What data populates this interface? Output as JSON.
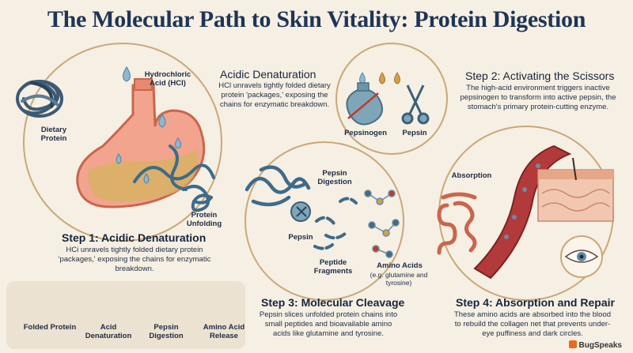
{
  "title": "The Molecular Path to Skin Vitality: Protein Digestion",
  "step1": {
    "heading": "Step 1: Acidic Denaturation",
    "body": "HCi unravels tightly folded dietary protein 'packages,' exposing the chains for enzymatic breakdown.",
    "label_dietary": "Dietary Protein",
    "label_hcl": "Hydrochloric Acid (HCl)",
    "label_unfolding": "Protein Unfolding"
  },
  "acidic_callout": {
    "heading": "Acidic Denaturation",
    "body": "HCl unravels tightly folded dietary protein 'packages,' exposing the chains for enzymatic breakdown."
  },
  "step2": {
    "heading": "Step 2: Activating the Scissors",
    "body": "The high-acid environment triggers inactive pepsinogen to transform into active pepsin, the stomach's primary protein-cutting enzyme.",
    "label_pepsinogen": "Pepsinogen",
    "label_pepsin": "Pepsin"
  },
  "step3": {
    "heading": "Step 3: Molecular Cleavage",
    "body": "Pepsin slices unfolded protein chains into small peptides and bioavailable amino acids like glutamine and tyrosine.",
    "label_digestion": "Pepsin Digestion",
    "label_pepsin": "Pepsin",
    "label_fragments": "Peptide Fragments",
    "label_amino": "Amino Acids",
    "label_amino_note": "(e.g. glutamine and tyrosine)"
  },
  "step4": {
    "heading": "Step 4: Absorption and Repair",
    "body": "These amino acids are absorbed into the blood to rebuild the collagen net that prevents under-eye puffiness and dark circles.",
    "label_absorption": "Absorption"
  },
  "legend": [
    {
      "label": "Folded Protein",
      "icon": "folded-protein-icon"
    },
    {
      "label": "Acid Denaturation",
      "icon": "acid-denaturation-icon"
    },
    {
      "label": "Pepsin Digestion",
      "icon": "pepsin-digestion-icon"
    },
    {
      "label": "Amino Acid Release",
      "icon": "amino-acid-release-icon"
    }
  ],
  "brand": "BugSpeaks",
  "colors": {
    "title": "#1d3557",
    "stomach": "#f2a48e",
    "acid_drop": "#8fb7cf",
    "protein_strand": "#3d6b8a",
    "blood_vessel": "#b23a3a",
    "background": "#f6efe3"
  }
}
